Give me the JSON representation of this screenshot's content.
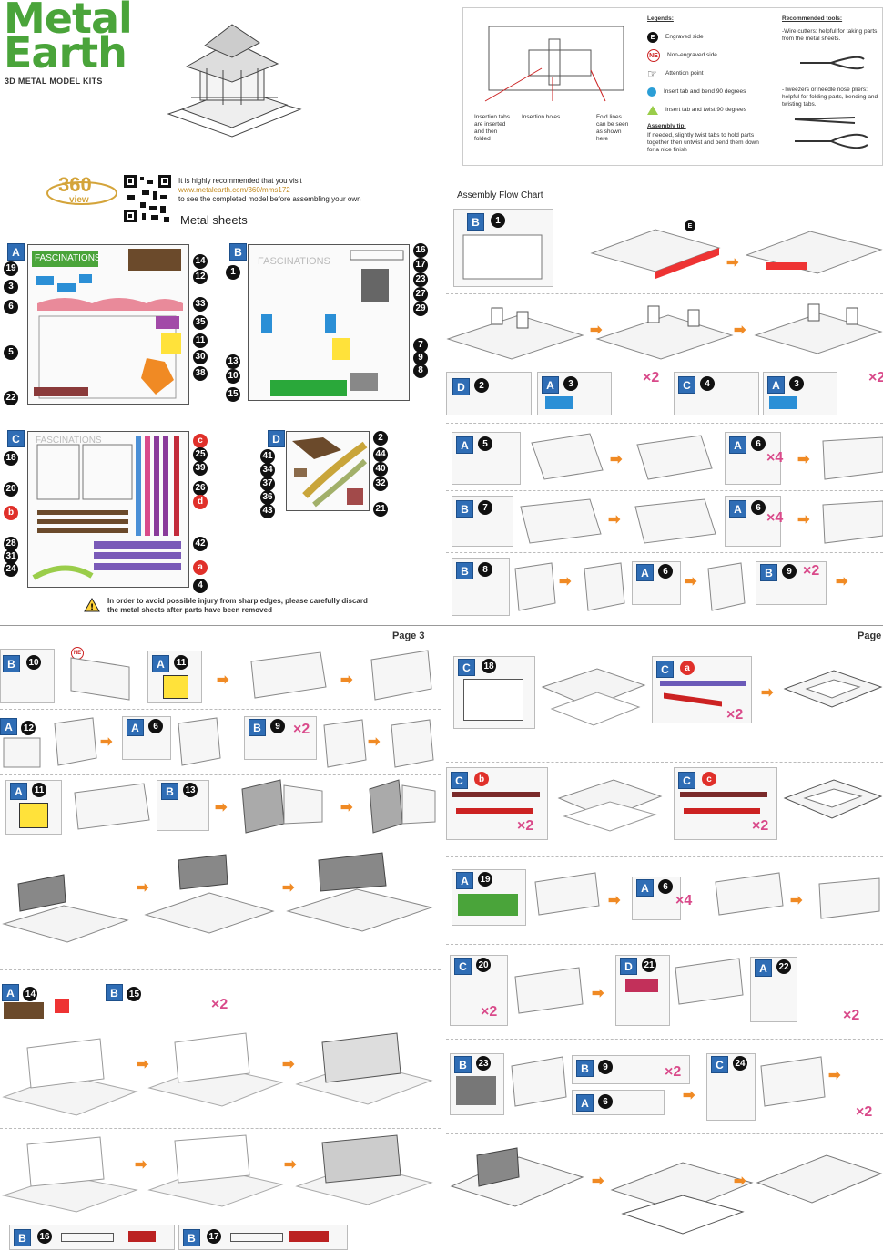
{
  "brand": {
    "line1": "Metal",
    "line2": "Earth",
    "sub": "3D METAL MODEL KITS"
  },
  "view360": {
    "num": "360",
    "label": "view",
    "text1": "It is highly recommended that you visit",
    "url": "www.metalearth.com/360/mms172",
    "text2": "to see the completed model before assembling your own"
  },
  "sheets_title": "Metal sheets",
  "sheet_letters": [
    "A",
    "B",
    "C",
    "D"
  ],
  "sheetA": {
    "left": [
      "19",
      "3",
      "6",
      "5",
      "22"
    ],
    "right": [
      "14",
      "12",
      "33",
      "35",
      "11",
      "30",
      "38"
    ],
    "brand": "FASCINATIONS"
  },
  "sheetB": {
    "left": [
      "1",
      "13",
      "10",
      "15"
    ],
    "right": [
      "16",
      "17",
      "23",
      "27",
      "29",
      "7",
      "9",
      "8"
    ],
    "brand": "FASCINATIONS"
  },
  "sheetC": {
    "left": [
      "18",
      "20",
      "b",
      "28",
      "31",
      "24"
    ],
    "right": [
      "c",
      "25",
      "39",
      "26",
      "d",
      "42",
      "a",
      "4"
    ],
    "brand": "FASCINATIONS"
  },
  "sheetD": {
    "left": [
      "41",
      "34",
      "37",
      "36",
      "43"
    ],
    "right": [
      "2",
      "44",
      "40",
      "32",
      "21"
    ]
  },
  "warning": "In order to avoid possible injury from sharp edges, please carefully discard the metal sheets after parts have been removed",
  "legend": {
    "title": "Legends:",
    "items": [
      {
        "sym": "E",
        "text": "Engraved side"
      },
      {
        "sym": "NE",
        "text": "Non-engraved side"
      },
      {
        "sym": "",
        "text": "Attention point"
      },
      {
        "sym": "",
        "text": "Insert tab and bend 90 degrees"
      },
      {
        "sym": "",
        "text": "Insert tab and twist 90 degrees"
      }
    ],
    "tip_title": "Assembly tip:",
    "tip": "If needed, slightly twist tabs to hold parts together then untwist and bend them down for a nice finish",
    "diagram_labels": [
      "Insertion tabs are inserted and then folded",
      "Insertion holes",
      "Fold lines can be seen as shown here"
    ]
  },
  "tools": {
    "title": "Recommended tools:",
    "t1": "-Wire cutters: helpful for taking parts from the metal sheets.",
    "t2": "-Tweezers or needle nose pliers: helpful for folding parts, bending and twisting tabs."
  },
  "flow_title": "Assembly Flow Chart",
  "page3": "Page 3",
  "page4": "Page",
  "mult": {
    "x2": "×2",
    "x4": "×4"
  },
  "steps_right": [
    {
      "sheet": "B",
      "num": "1"
    },
    {
      "sheet": "D",
      "num": "2"
    },
    {
      "sheet": "A",
      "num": "3"
    },
    {
      "sheet": "C",
      "num": "4"
    },
    {
      "sheet": "A",
      "num": "3"
    },
    {
      "sheet": "A",
      "num": "5"
    },
    {
      "sheet": "A",
      "num": "6"
    },
    {
      "sheet": "B",
      "num": "7"
    },
    {
      "sheet": "A",
      "num": "6"
    },
    {
      "sheet": "B",
      "num": "8"
    },
    {
      "sheet": "A",
      "num": "6"
    },
    {
      "sheet": "B",
      "num": "9"
    }
  ],
  "steps_left": [
    {
      "sheet": "B",
      "num": "10"
    },
    {
      "sheet": "A",
      "num": "11"
    },
    {
      "sheet": "A",
      "num": "12"
    },
    {
      "sheet": "A",
      "num": "6"
    },
    {
      "sheet": "B",
      "num": "9"
    },
    {
      "sheet": "A",
      "num": "11"
    },
    {
      "sheet": "B",
      "num": "13"
    },
    {
      "sheet": "A",
      "num": "14"
    },
    {
      "sheet": "B",
      "num": "15"
    },
    {
      "sheet": "B",
      "num": "16"
    },
    {
      "sheet": "B",
      "num": "17"
    }
  ],
  "steps_page4": [
    {
      "sheet": "C",
      "num": "18"
    },
    {
      "sheet": "C",
      "num": "a"
    },
    {
      "sheet": "C",
      "num": "b"
    },
    {
      "sheet": "C",
      "num": "c"
    },
    {
      "sheet": "A",
      "num": "19"
    },
    {
      "sheet": "A",
      "num": "6"
    },
    {
      "sheet": "C",
      "num": "20"
    },
    {
      "sheet": "D",
      "num": "21"
    },
    {
      "sheet": "A",
      "num": "22"
    },
    {
      "sheet": "B",
      "num": "23"
    },
    {
      "sheet": "B",
      "num": "9"
    },
    {
      "sheet": "C",
      "num": "24"
    },
    {
      "sheet": "A",
      "num": "6"
    }
  ],
  "colors": {
    "green": "#4aa43a",
    "blue": "#2f6db5",
    "orange": "#f08a24",
    "pink": "#d94a8a",
    "red": "#e0302a"
  }
}
